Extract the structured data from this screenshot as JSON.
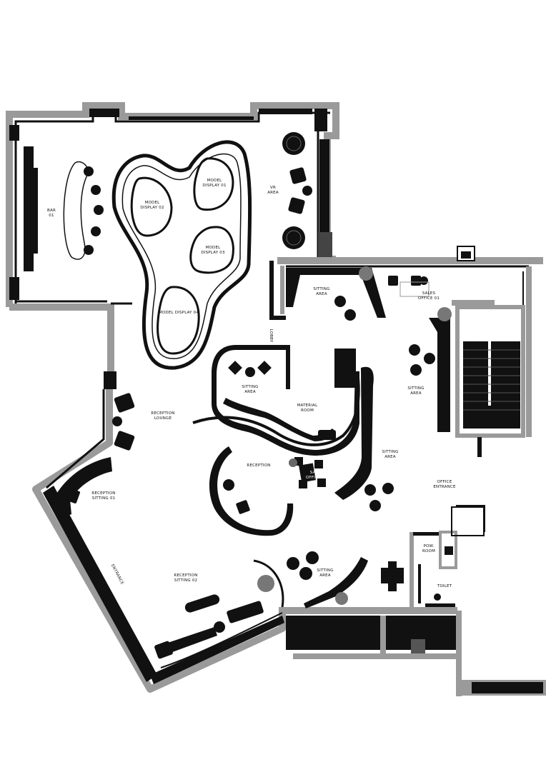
{
  "plan": {
    "labels": {
      "bar": [
        "BAR",
        "01"
      ],
      "vr_area": [
        "VR",
        "AREA"
      ],
      "model_display_01": [
        "MODEL",
        "DISPLAY 01"
      ],
      "model_display_02": [
        "MODEL",
        "DISPLAY 02"
      ],
      "model_display_03": [
        "MODEL",
        "DISPLAY 03"
      ],
      "model_display_04": [
        "MODEL DISPLAY 04"
      ],
      "sitting_area_top": [
        "SITTING",
        "AREA"
      ],
      "sales_office_01": [
        "SALES",
        "OFFICE 01"
      ],
      "sitting_area_right": [
        "SITTING",
        "AREA"
      ],
      "sitting_area_mid": [
        "SITTING",
        "AREA"
      ],
      "material_room": [
        "MATERIAL",
        "ROOM"
      ],
      "sitting_area_center": [
        "SITTING",
        "AREA"
      ],
      "reception_lounge": [
        "RECEPTION",
        "LOUNGE"
      ],
      "reception": [
        "RECEPTION"
      ],
      "sales_office_02": [
        "SALES",
        "OFFICE 02"
      ],
      "office_entrance": [
        "OFFICE",
        "ENTRANCE"
      ],
      "reception_sitting_01": [
        "RECEPTION",
        "SITTING 01"
      ],
      "entrance": [
        "ENTRANCE"
      ],
      "reception_sitting_02": [
        "RECEPTION",
        "SITTING 02"
      ],
      "sitting_area_bottom": [
        "SITTING",
        "AREA"
      ],
      "pow_room": [
        "POW.",
        "ROOM"
      ],
      "toilet": [
        "TOILET"
      ],
      "lobby": [
        "LOBBY"
      ]
    }
  }
}
